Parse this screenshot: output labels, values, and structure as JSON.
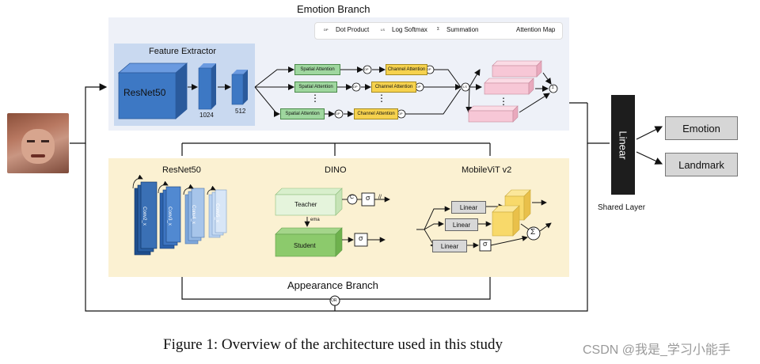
{
  "titles": {
    "emotion_branch": "Emotion Branch",
    "feature_extractor": "Feature Extractor",
    "appearance_branch": "Appearance Branch",
    "shared_layer": "Shared Layer"
  },
  "legend": {
    "dot_product": "Dot Product",
    "log_softmax": "Log Softmax",
    "summation": "Summation",
    "attention_map": "Attention Map",
    "dp_symbol": "DP",
    "ls_symbol": "LS",
    "sum_symbol": "Σ"
  },
  "feature_extractor": {
    "resnet_label": "ResNet50",
    "dim1": "1024",
    "dim2": "512"
  },
  "attention": {
    "spatial": "Spatial Attention",
    "channel": "Channel Attention",
    "dp": "DP",
    "ls": "LS",
    "sum": "Σ"
  },
  "appearance": {
    "resnet_title": "ResNet50",
    "conv_labels": [
      "Conv2_x",
      "Conv3_x",
      "Conv4_x",
      "Conv5_x"
    ],
    "dino_title": "DINO",
    "teacher": "Teacher",
    "student": "Student",
    "ema": "ema",
    "c_symbol": "C",
    "sigma": "σ",
    "sg_symbol": "//",
    "mobilevit_title": "MobileViT v2",
    "linear": "Linear",
    "sum_symbol": "Σ",
    "or_symbol": "OR"
  },
  "shared": {
    "linear": "Linear"
  },
  "outputs": {
    "emotion": "Emotion",
    "landmark": "Landmark"
  },
  "caption": "Figure 1: Overview of the architecture used in this study",
  "watermark": "CSDN @我是_学习小能手",
  "colors": {
    "emotion_panel": "#eef1f8",
    "appearance_panel": "#fbf1d2",
    "resnet_blue": "#3d78c4",
    "spatial_green": "#9fd79f",
    "channel_yellow": "#f6d24e",
    "attention_pink": "#f7c7d6"
  }
}
